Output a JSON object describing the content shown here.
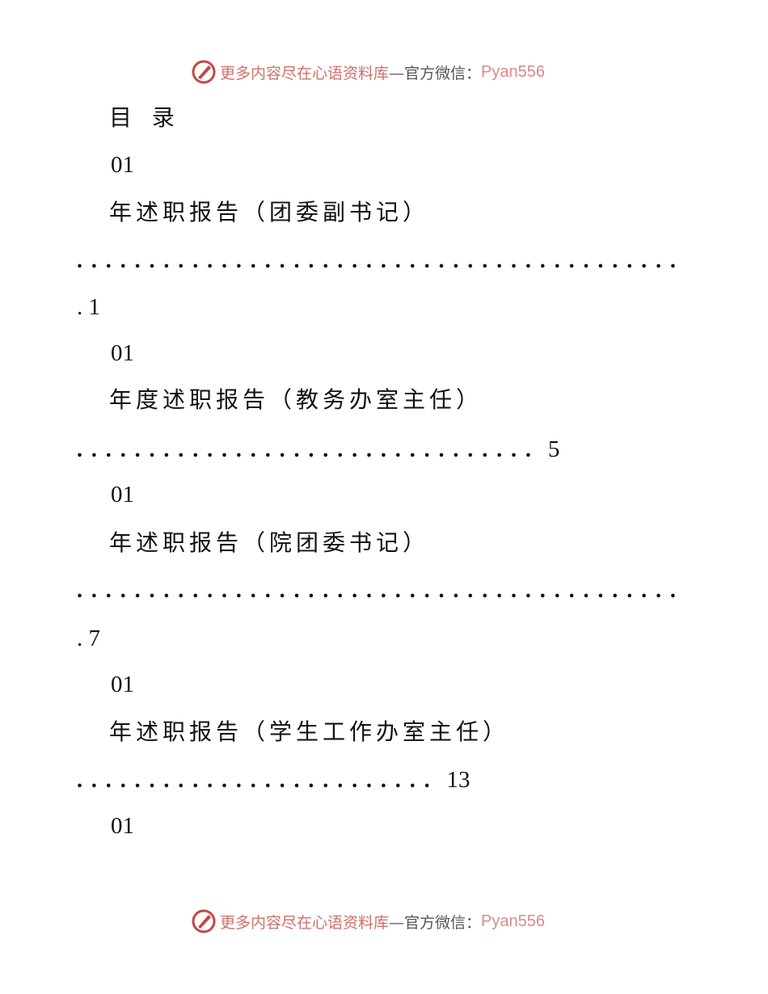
{
  "watermark": {
    "part1": "更多内容尽在心语资料库",
    "part2": "—官方微信：",
    "part3": "Pyan556"
  },
  "toc": {
    "title": "目  录",
    "entries": [
      {
        "year": "01",
        "title": "年述职报告（团委副书记）",
        "dots": "..........................................",
        "page": ". 1"
      },
      {
        "year": "01",
        "title": "年度述职报告（教务办室主任）",
        "dots": "................................",
        "page": "5"
      },
      {
        "year": "01",
        "title": "年述职报告（院团委书记）",
        "dots": "..........................................",
        "page": ". 7"
      },
      {
        "year": "01",
        "title": "年述职报告（学生工作办室主任）",
        "dots": ".........................",
        "page": "13"
      }
    ],
    "last_year": "01"
  }
}
